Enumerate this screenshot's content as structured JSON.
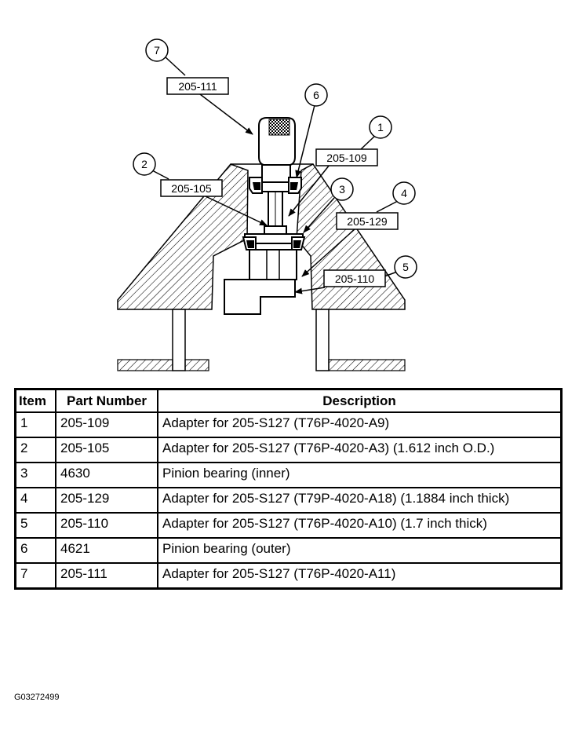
{
  "diagram": {
    "callouts": [
      {
        "number": "7",
        "part": "205-111"
      },
      {
        "number": "6",
        "part": ""
      },
      {
        "number": "1",
        "part": "205-109"
      },
      {
        "number": "2",
        "part": "205-105"
      },
      {
        "number": "3",
        "part": ""
      },
      {
        "number": "4",
        "part": "205-129"
      },
      {
        "number": "5",
        "part": "205-110"
      }
    ]
  },
  "table": {
    "headers": {
      "item": "Item",
      "part_number": "Part Number",
      "description": "Description"
    },
    "rows": [
      {
        "item": "1",
        "part": "205-109",
        "description": "Adapter for 205-S127 (T76P-4020-A9)"
      },
      {
        "item": "2",
        "part": "205-105",
        "description": "Adapter for 205-S127 (T76P-4020-A3) (1.612 inch O.D.)"
      },
      {
        "item": "3",
        "part": "4630",
        "description": "Pinion bearing (inner)"
      },
      {
        "item": "4",
        "part": "205-129",
        "description": "Adapter for 205-S127 (T79P-4020-A18) (1.1884 inch thick)"
      },
      {
        "item": "5",
        "part": "205-110",
        "description": "Adapter for 205-S127 (T76P-4020-A10) (1.7 inch thick)"
      },
      {
        "item": "6",
        "part": "4621",
        "description": "Pinion bearing (outer)"
      },
      {
        "item": "7",
        "part": "205-111",
        "description": "Adapter for 205-S127 (T76P-4020-A11)"
      }
    ]
  },
  "figure_id": "G03272499"
}
